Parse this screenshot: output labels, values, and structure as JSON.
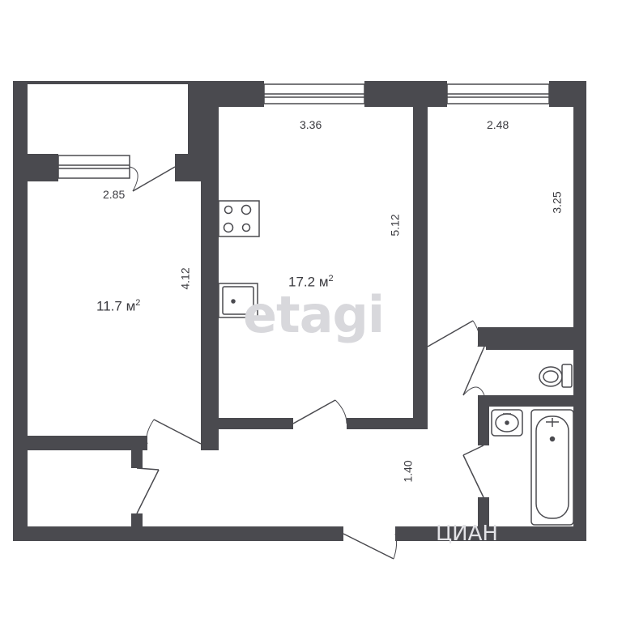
{
  "plan": {
    "rooms": [
      {
        "id": "room-left",
        "area_value": "11.7",
        "area_unit": "м",
        "area_sup": "2"
      },
      {
        "id": "room-kitchen",
        "area_value": "17.2",
        "area_unit": "м",
        "area_sup": "2"
      }
    ],
    "dimensions": {
      "balcony_width": "2.85",
      "left_room_depth": "4.12",
      "kitchen_width": "3.36",
      "kitchen_depth": "5.12",
      "right_room_width": "2.48",
      "right_room_depth": "3.25",
      "hall_width": "1.40"
    }
  },
  "watermarks": {
    "main": "etagi",
    "corner": "ЦИАН"
  },
  "colors": {
    "wall": "#4a4a4f",
    "text": "#3a3a3f",
    "watermark": "#d8d8dc"
  }
}
